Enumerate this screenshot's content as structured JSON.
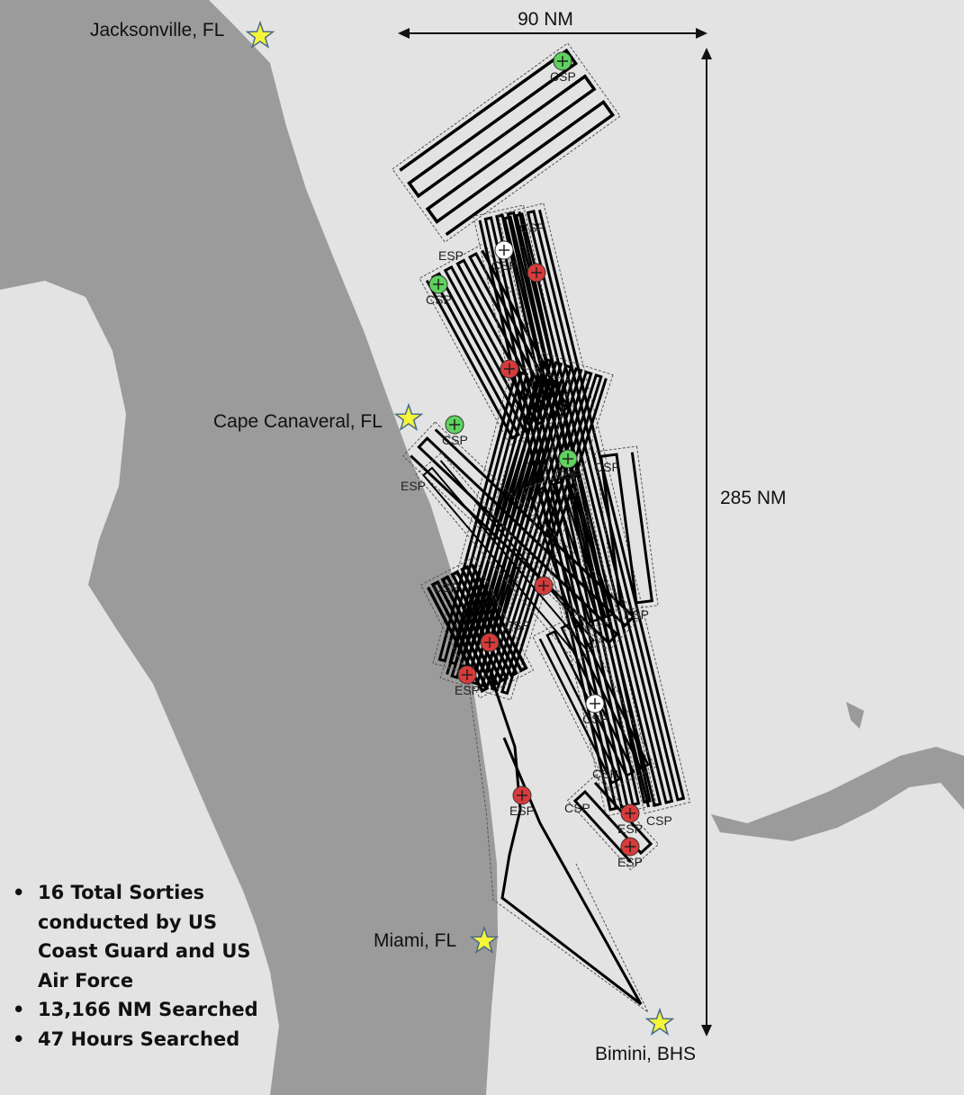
{
  "cities": [
    {
      "name": "Jacksonville, FL"
    },
    {
      "name": "Cape Canaveral, FL"
    },
    {
      "name": "Miami, FL"
    },
    {
      "name": "Bimini, BHS"
    }
  ],
  "scale": {
    "horizontal": "90 NM",
    "vertical": "285 NM"
  },
  "stats": [
    "16 Total Sorties conducted by US Coast Guard and US Air Force",
    "13,166 NM Searched",
    "47 Hours Searched"
  ],
  "markers": [
    {
      "type": "green",
      "label": "CSP"
    },
    {
      "type": "white",
      "label": "CSP"
    },
    {
      "type": "red",
      "label": ""
    },
    {
      "type": "green",
      "label": "CSP"
    },
    {
      "type": "red",
      "label": ""
    },
    {
      "type": "green",
      "label": "CSP"
    },
    {
      "type": "green",
      "label": "CSP"
    },
    {
      "type": "red",
      "label": ""
    },
    {
      "type": "red",
      "label": ""
    },
    {
      "type": "red",
      "label": "ESP"
    },
    {
      "type": "white",
      "label": "CSP"
    },
    {
      "type": "red",
      "label": "ESP"
    },
    {
      "type": "red",
      "label": "ESP"
    },
    {
      "type": "red",
      "label": "ESP"
    }
  ],
  "point_labels": [
    "ESP",
    "CSP",
    "ESP",
    "CSP",
    "CSP",
    "CSP",
    "ESP",
    "CSP",
    "CSP",
    "CSP"
  ],
  "colors": {
    "water": "#e3e3e3",
    "land": "#9b9b9b",
    "green": "#5fd35f",
    "red": "#d93a3a",
    "white": "#ffffff",
    "star": "#f5f53a"
  }
}
